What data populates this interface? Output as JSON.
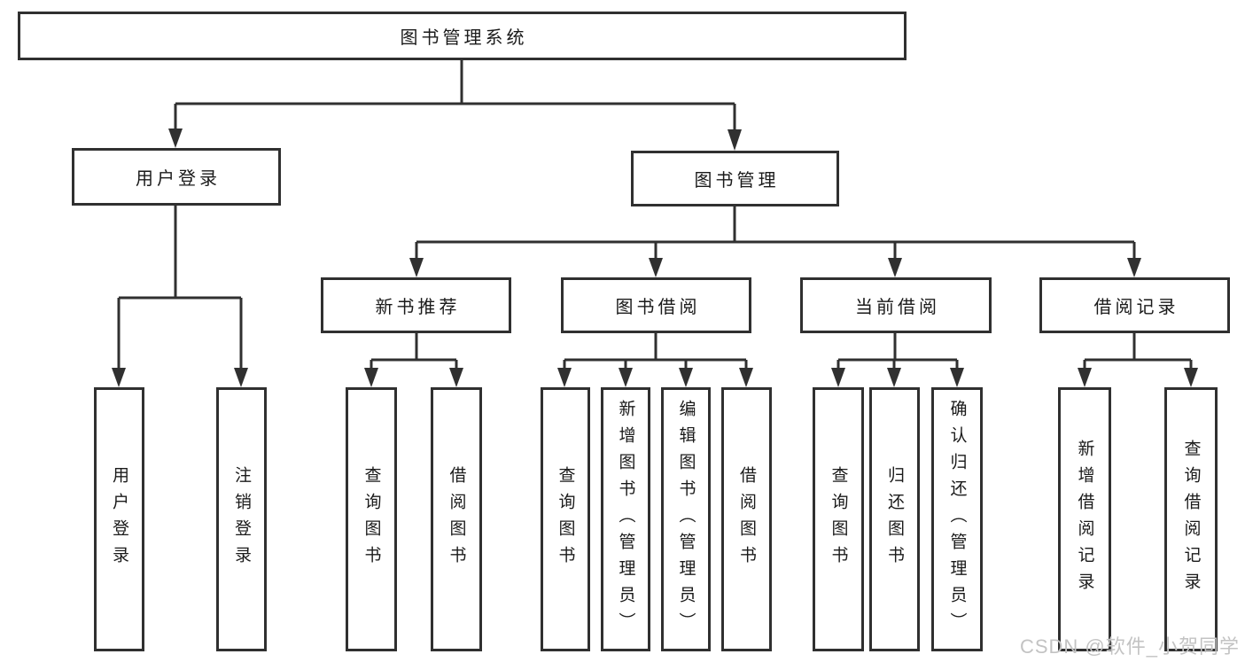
{
  "diagram": {
    "title": "图书管理系统",
    "level2": {
      "user_login": "用户登录",
      "book_mgmt": "图书管理"
    },
    "level3": {
      "new_books": "新书推荐",
      "borrowing": "图书借阅",
      "current": "当前借阅",
      "records": "借阅记录"
    },
    "leaves": {
      "user_login": "用户登录",
      "logout": "注销登录",
      "nb_query": "查询图书",
      "nb_borrow": "借阅图书",
      "bb_query": "查询图书",
      "bb_add": "新增图书（管理员）",
      "bb_edit": "编辑图书（管理员）",
      "bb_borrow": "借阅图书",
      "cb_query": "查询图书",
      "cb_return": "归还图书",
      "cb_confirm": "确认归还（管理员）",
      "rec_add": "新增借阅记录",
      "rec_query": "查询借阅记录"
    }
  },
  "watermark": {
    "text": "CSDN @软件_小贺同学"
  },
  "colors": {
    "line": "#303030",
    "text": "#1a1a1a",
    "box_fill": "#ffffff",
    "watermark": "#c3c3c3",
    "background": "#ffffff"
  }
}
